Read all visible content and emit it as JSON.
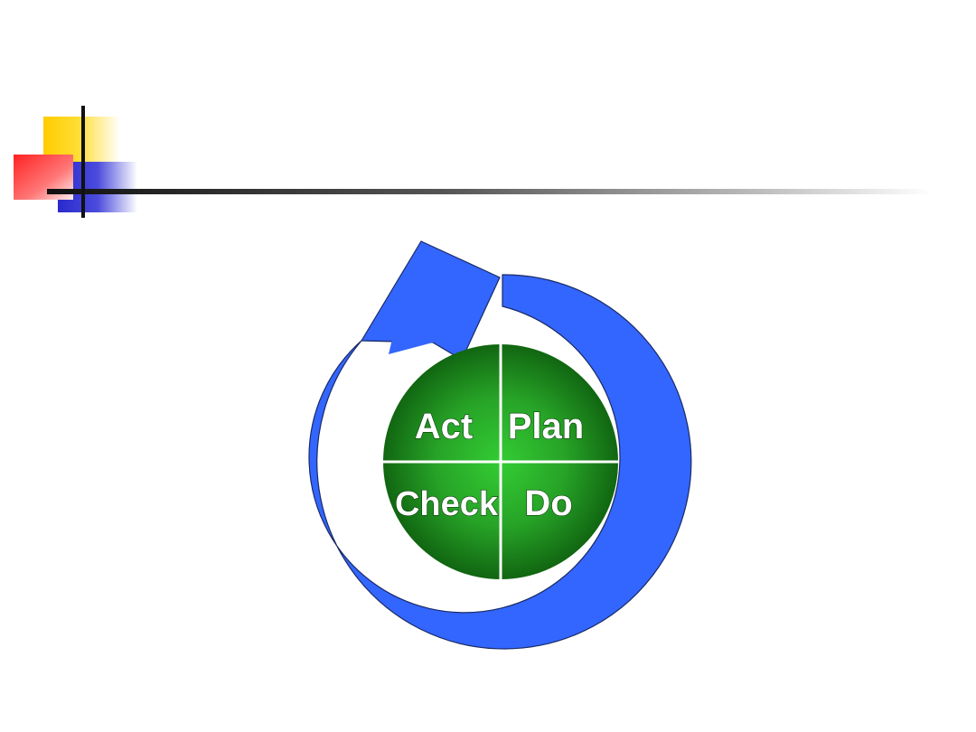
{
  "diagram": {
    "quadrants": {
      "top_left": "Act",
      "top_right": "Plan",
      "bottom_left": "Check",
      "bottom_right": "Do"
    },
    "colors": {
      "arrow": "#3366ff",
      "circle_center": "#33cc33",
      "circle_edge": "#116611",
      "decor_yellow": "#ffcc00",
      "decor_red": "#ff3333",
      "decor_blue": "#3333cc"
    }
  }
}
